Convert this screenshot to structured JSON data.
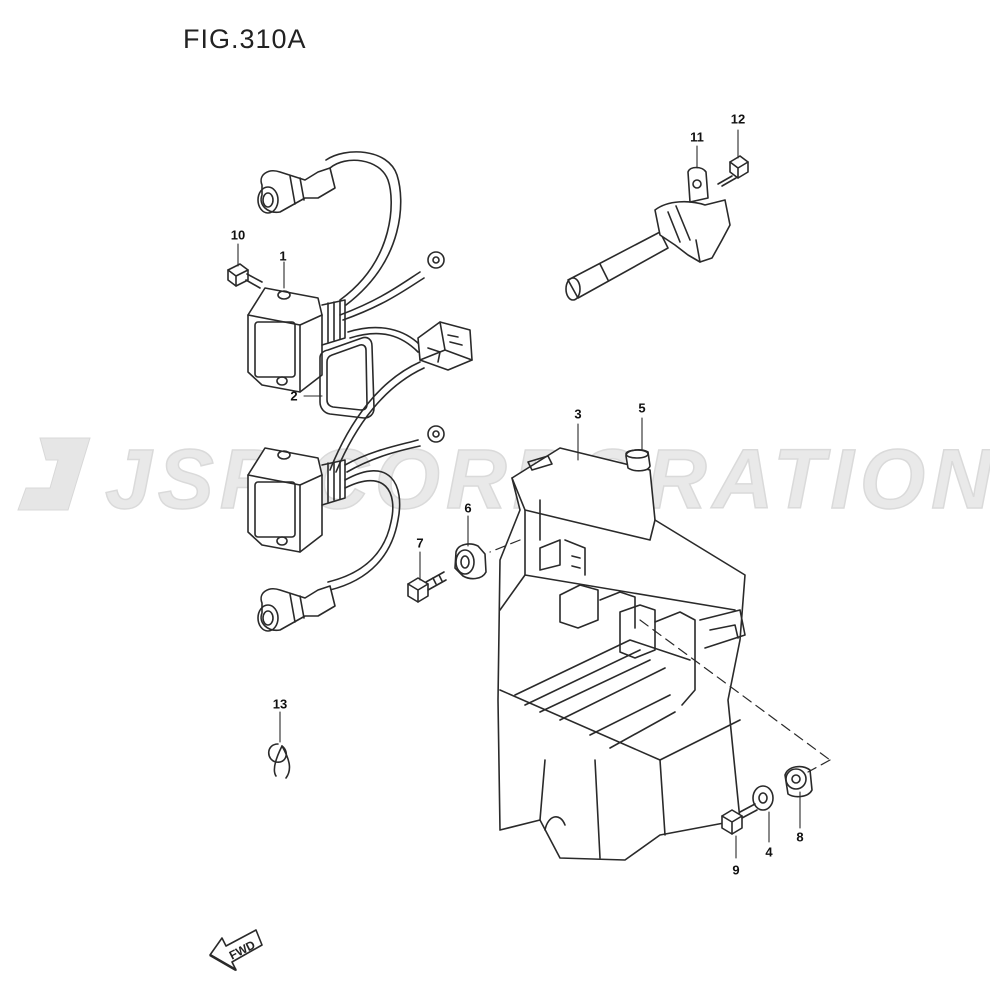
{
  "figure": {
    "title": "FIG.310A"
  },
  "watermark": {
    "text": "JSP CORPORATION",
    "color": "#e6e6e6"
  },
  "callouts": [
    {
      "id": "c1",
      "label": "1"
    },
    {
      "id": "c2",
      "label": "2"
    },
    {
      "id": "c3",
      "label": "3"
    },
    {
      "id": "c4",
      "label": "4"
    },
    {
      "id": "c5",
      "label": "5"
    },
    {
      "id": "c6",
      "label": "6"
    },
    {
      "id": "c7",
      "label": "7"
    },
    {
      "id": "c8",
      "label": "8"
    },
    {
      "id": "c9",
      "label": "9"
    },
    {
      "id": "c10",
      "label": "10"
    },
    {
      "id": "c11",
      "label": "11"
    },
    {
      "id": "c12",
      "label": "12"
    },
    {
      "id": "c13",
      "label": "13"
    }
  ],
  "fwd_badge": {
    "text": "FWD"
  },
  "colors": {
    "line": "#2a2a2a",
    "background": "#ffffff"
  }
}
